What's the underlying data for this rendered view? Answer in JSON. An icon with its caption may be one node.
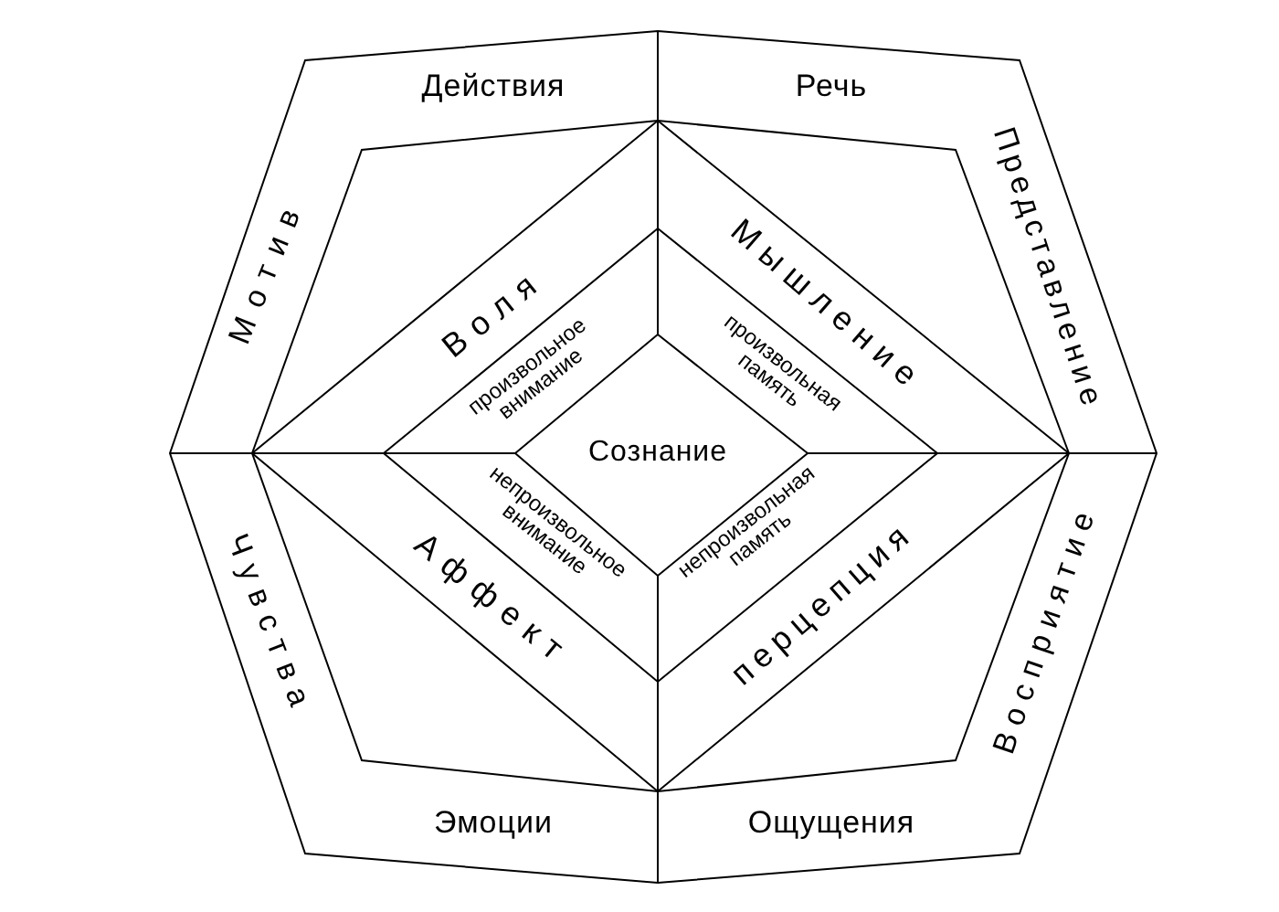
{
  "diagram": {
    "nodes": [
      {
        "text": [
          "Действия",
          "Речь",
          "Представление",
          "Восприятие",
          "Ощущения",
          "Эмоции",
          "Чувства",
          "Мотив"
        ]
      },
      {
        "text": [
          "Воля",
          "Мышление",
          "перцепция",
          "Аффект"
        ],
        "in": 0
      },
      {
        "text": [
          "произвольное внимание",
          "произвольная память",
          "непроизвольная память",
          "непроизвольное внимание"
        ],
        "in": 1
      },
      {
        "text": [
          "Сознание"
        ],
        "in": 2
      }
    ],
    "edges": []
  }
}
